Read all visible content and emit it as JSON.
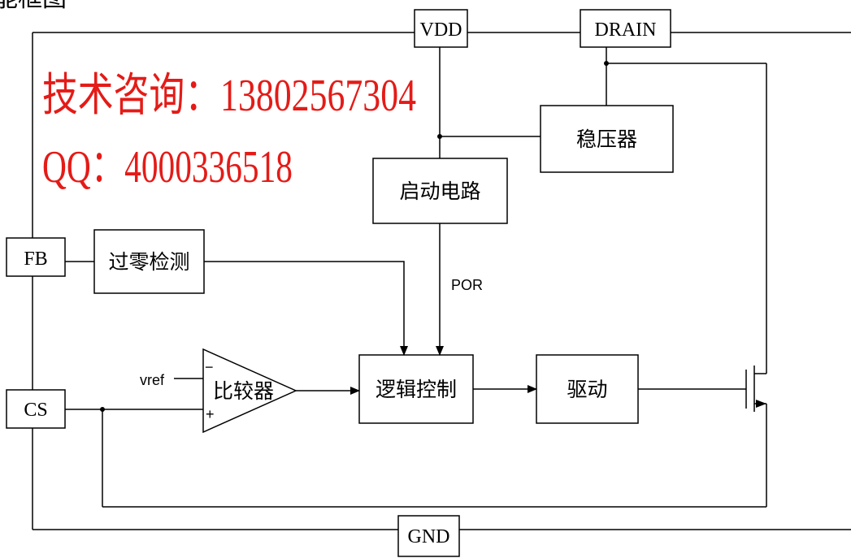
{
  "title_fragment": "能框图",
  "watermark": {
    "line1": "技术咨询：13802567304",
    "line2": "QQ：4000336518",
    "color": "#e41b17"
  },
  "pins": {
    "vdd": "VDD",
    "drain": "DRAIN",
    "fb": "FB",
    "cs": "CS",
    "gnd": "GND"
  },
  "blocks": {
    "regulator": "稳压器",
    "startup": "启动电路",
    "zero_detect": "过零检测",
    "comparator": "比较器",
    "logic": "逻辑控制",
    "driver": "驱动"
  },
  "signals": {
    "por": "POR",
    "vref": "vref",
    "minus": "−",
    "plus": "+"
  }
}
